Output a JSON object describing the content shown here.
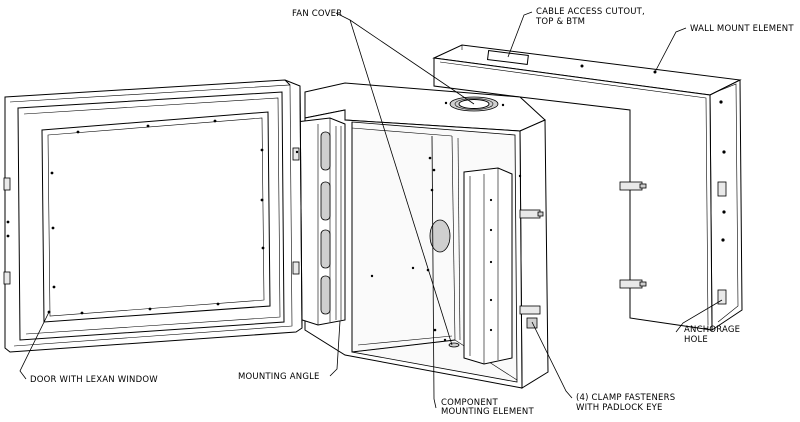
{
  "labels": {
    "fan_cover": "FAN COVER",
    "cable_access_1": "CABLE ACCESS CUTOUT,",
    "cable_access_2": "TOP & BTM",
    "wall_mount": "WALL MOUNT ELEMENT",
    "anchorage_1": "ANCHORAGE",
    "anchorage_2": "HOLE",
    "door": "DOOR WITH LEXAN WINDOW",
    "mounting_angle": "MOUNTING ANGLE",
    "component_1": "COMPONENT",
    "component_2": "MOUNTING ELEMENT",
    "clamp_1": "(4) CLAMP FASTENERS",
    "clamp_2": "WITH PADLOCK EYE"
  }
}
